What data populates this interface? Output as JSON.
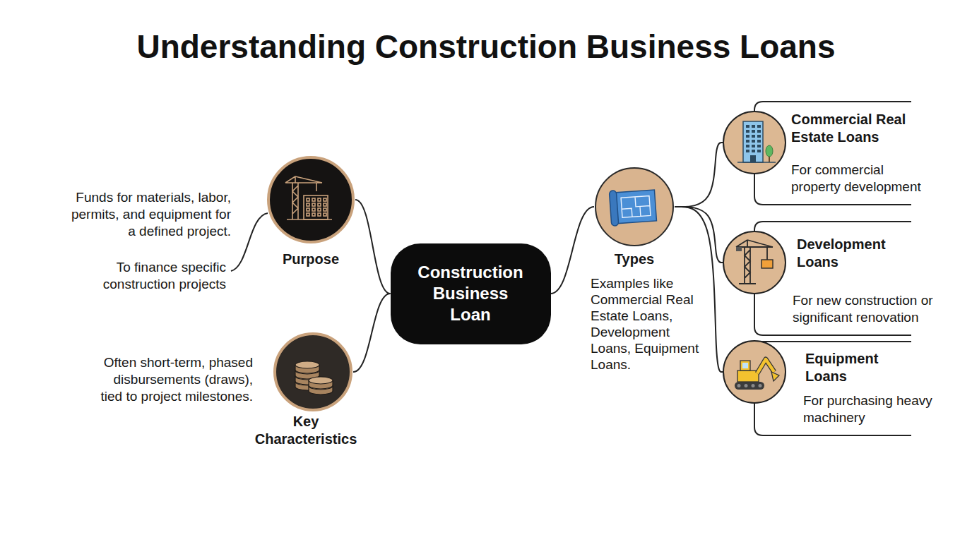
{
  "diagram": {
    "title": "Understanding Construction Business Loans",
    "nodes": [
      {
        "text": [
          "Purpose",
          "Funds for materials, labor, permits, and equipment for a defined project.",
          "To finance specific construction projects"
        ]
      },
      {
        "text": [
          "Key Characteristics",
          "Often short-term, phased disbursements (draws), tied to project milestones."
        ]
      },
      {
        "text": [
          "Construction Business Loan"
        ]
      },
      {
        "text": [
          "Types",
          "Examples like Commercial Real Estate Loans, Development Loans, Equipment Loans."
        ]
      },
      {
        "text": [
          "Commercial Real Estate Loans",
          "For commercial property development"
        ]
      },
      {
        "text": [
          "Development Loans",
          "For new construction or significant renovation"
        ]
      },
      {
        "text": [
          "Equipment Loans",
          "For purchasing heavy machinery"
        ]
      }
    ],
    "edges": [
      {
        "from": 2,
        "to": 0,
        "arrow": "none"
      },
      {
        "from": 2,
        "to": 1,
        "arrow": "none"
      },
      {
        "from": 2,
        "to": 3,
        "arrow": "none"
      },
      {
        "from": 3,
        "to": 4,
        "arrow": "none"
      },
      {
        "from": 3,
        "to": 5,
        "arrow": "none"
      },
      {
        "from": 3,
        "to": 6,
        "arrow": "none"
      }
    ]
  }
}
